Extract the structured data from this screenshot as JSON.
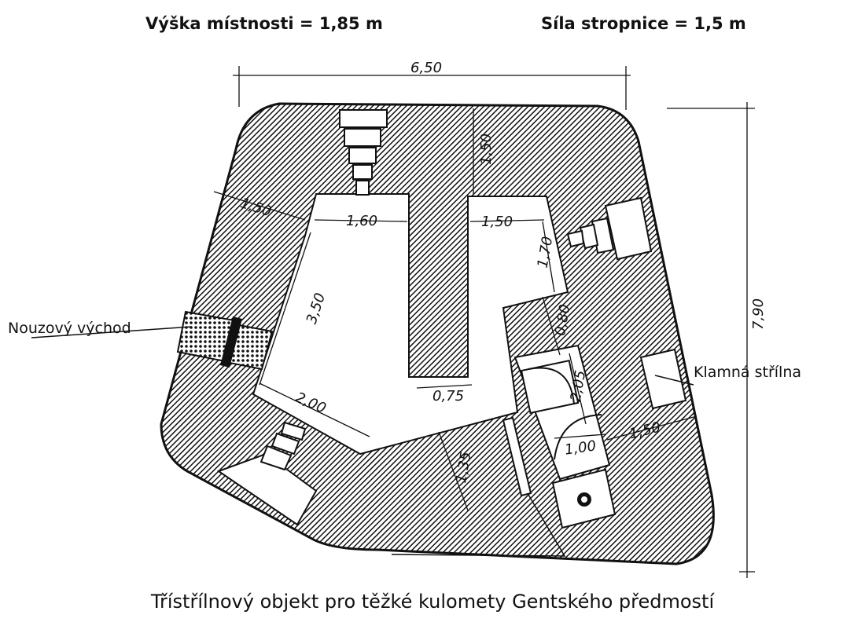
{
  "header": {
    "room_height": "Výška místnosti = 1,85 m",
    "ceiling_thickness": "Síla stropnice = 1,5 m"
  },
  "labels": {
    "emergency_exit": "Nouzový východ",
    "fake_embrasure": "Klamná střílna"
  },
  "dimensions": {
    "total_width": "6,50",
    "total_height": "7,90",
    "roof_wall": "1,50",
    "left_wall": "1,50",
    "room_top_width": "1,60",
    "right_room_width": "1,50",
    "right_room_depth": "1,70",
    "room_length": "3,50",
    "bottom_room_width": "2,00",
    "partition_gap": "0,75",
    "corridor_width": "0,80",
    "corridor_length": "2,05",
    "door_width": "1,00",
    "right_wall": "1,50",
    "bottom_wall": "1,35"
  },
  "caption": "Třístřílnový objekt pro těžké kulomety Gentského předmostí",
  "colors": {
    "ink": "#111111",
    "paper": "#ffffff"
  }
}
